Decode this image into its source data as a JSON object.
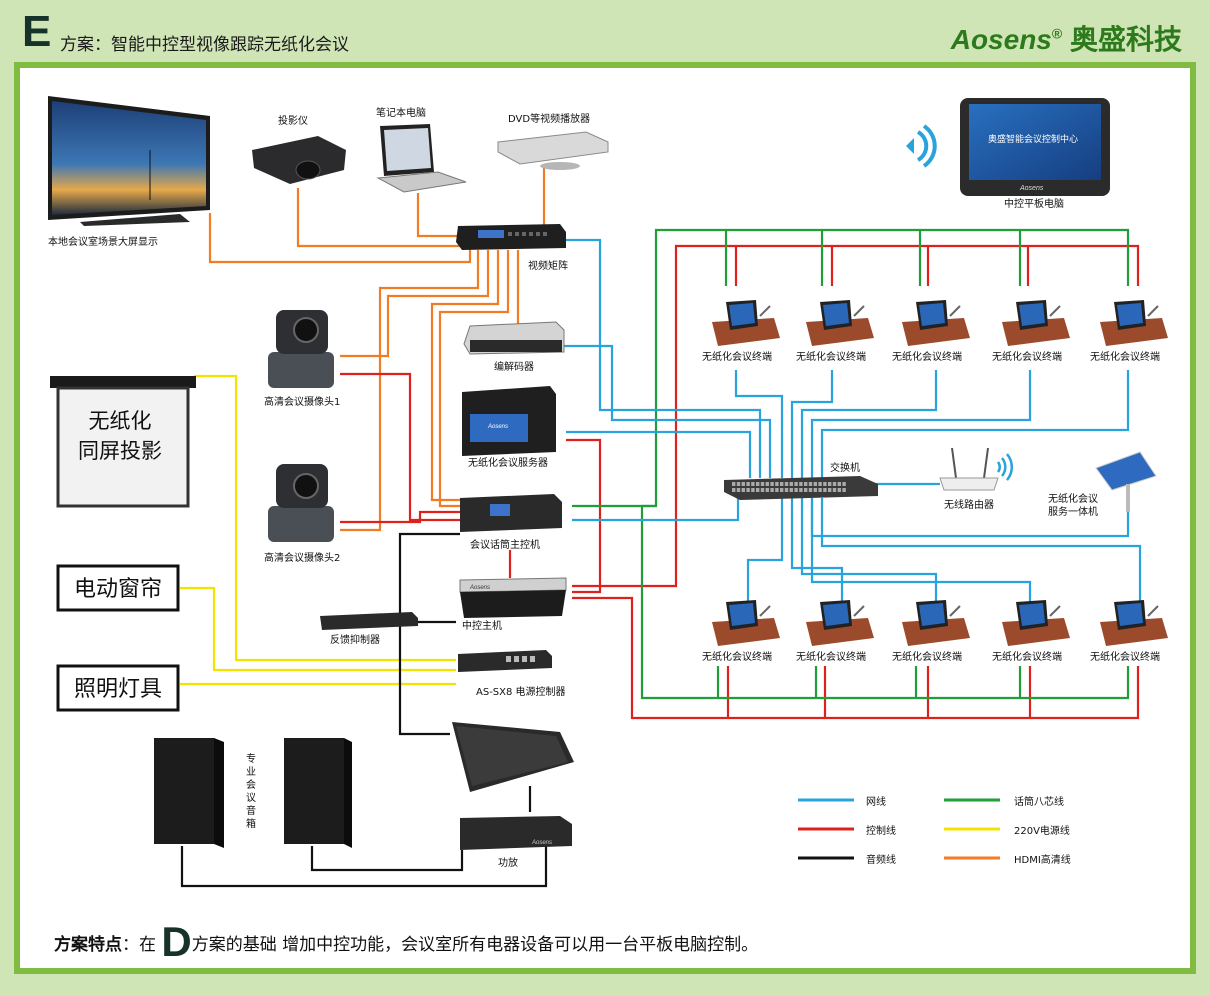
{
  "header": {
    "letter": "E",
    "title": "方案：智能中控型视像跟踪无纸化会议",
    "brand_en": "Aosens",
    "brand_mark": "®",
    "brand_cn": " 奥盛科技"
  },
  "devices": {
    "big_screen": "本地会议室场景大屏显示",
    "projector": "投影仪",
    "laptop": "笔记本电脑",
    "dvd": "DVD等视频播放器",
    "tablet": "中控平板电脑",
    "tablet_screen_text": "奥盛智能会议控制中心",
    "tablet_brand": "Aosens",
    "matrix": "视频矩阵",
    "codec": "编解码器",
    "camera1": "高清会议摄像头1",
    "camera2": "高清会议摄像头2",
    "server": "无纸化会议服务器",
    "server_brand": "Aosens",
    "mic_host": "会议话筒主控机",
    "control_host": "中控主机",
    "control_brand": "Aosens",
    "feedback": "反馈抑制器",
    "power_ctrl": "AS-SX8 电源控制器",
    "amp": "功放",
    "amp_brand": "Aosens",
    "speakers": "专业会议音箱",
    "switch": "交换机",
    "router": "无线路由器",
    "kiosk": "无纸化会议\n服务一体机",
    "terminal": "无纸化会议终端",
    "projection_screen": "无纸化\n同屏投影",
    "curtain": "电动窗帘",
    "lighting": "照明灯具"
  },
  "legend": [
    {
      "label": "网线",
      "color": "#29a3dc"
    },
    {
      "label": "控制线",
      "color": "#e0201c"
    },
    {
      "label": "音频线",
      "color": "#111111"
    },
    {
      "label": "话筒八芯线",
      "color": "#1f9e3a"
    },
    {
      "label": "220V电源线",
      "color": "#f2e300"
    },
    {
      "label": "HDMI高清线",
      "color": "#f07d24"
    }
  ],
  "footer": {
    "label": "方案特点",
    "pre": "：在 ",
    "letter": "D",
    "text": "方案的基础 增加中控功能，会议室所有电器设备可以用一台平板电脑控制。"
  }
}
